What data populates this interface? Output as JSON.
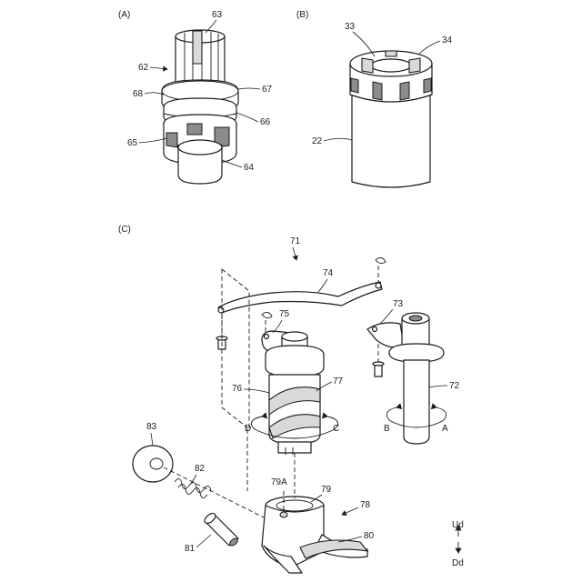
{
  "panels": {
    "a": "(A)",
    "b": "(B)",
    "c": "(C)"
  },
  "labels": {
    "n63": "63",
    "n62": "62",
    "n68": "68",
    "n67": "67",
    "n66": "66",
    "n65": "65",
    "n64": "64",
    "n33": "33",
    "n34": "34",
    "n22": "22",
    "n71": "71",
    "n74": "74",
    "n73": "73",
    "n75": "75",
    "n72": "72",
    "n76": "76",
    "n77": "77",
    "n83": "83",
    "n82": "82",
    "n81": "81",
    "n79A": "79A",
    "n79": "79",
    "n78": "78",
    "n80": "80"
  },
  "rotation": {
    "d": "D",
    "c": "C",
    "b": "B",
    "a": "A"
  },
  "direction": {
    "up": "Ud",
    "down": "Dd"
  }
}
